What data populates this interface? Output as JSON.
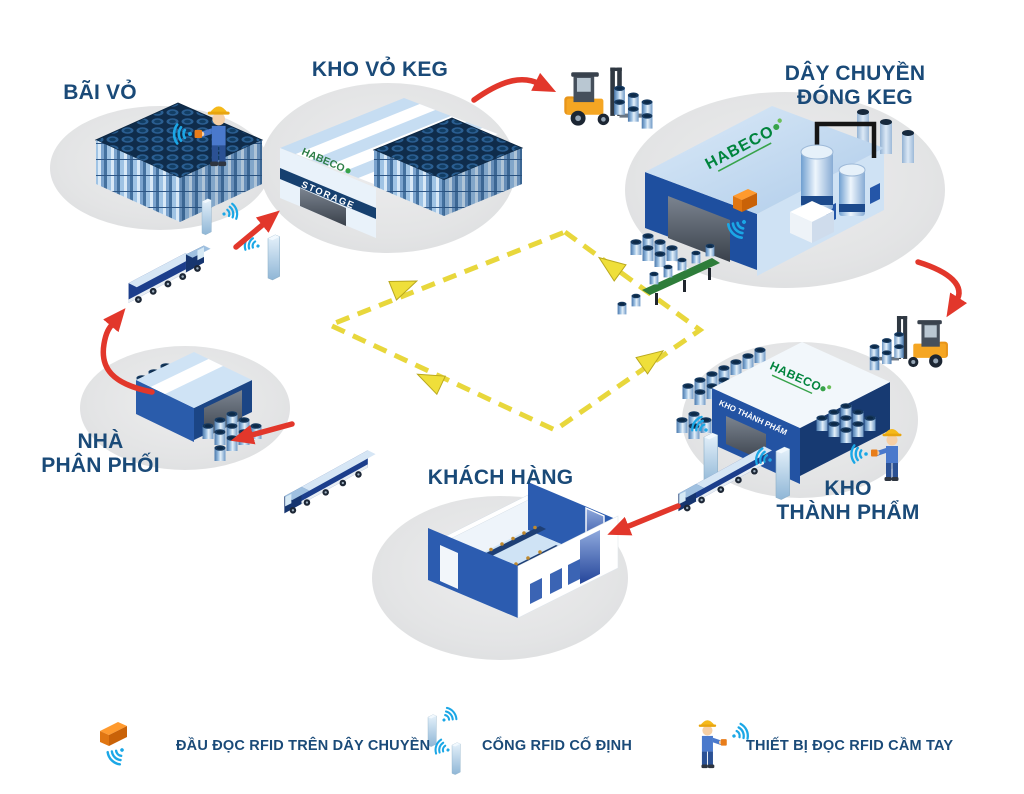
{
  "diagram": {
    "nodes": {
      "bai_vo": {
        "label": "BÃI VỎ"
      },
      "kho_vo_keg": {
        "label": "KHO VỎ KEG"
      },
      "day_chuyen_dong_keg": {
        "line1": "DÂY CHUYỀN",
        "line2": "ĐÓNG KEG"
      },
      "kho_thanh_pham": {
        "line1": "KHO",
        "line2": "THÀNH PHẨM"
      },
      "khach_hang": {
        "label": "KHÁCH HÀNG"
      },
      "nha_phan_phoi": {
        "line1": "NHÀ",
        "line2": "PHÂN PHỐI"
      }
    },
    "signs": {
      "habeco": "HABECO",
      "storage": "STORAGE",
      "kho_thanh_pham": "KHO THÀNH PHẨM"
    },
    "legend": {
      "conveyor_reader": {
        "icon": "conveyor-rfid-reader-icon",
        "label": "ĐẦU ĐỌC RFID TRÊN DÂY CHUYỀN"
      },
      "fixed_gate": {
        "icon": "fixed-rfid-gate-icon",
        "label": "CỔNG RFID CỐ ĐỊNH"
      },
      "handheld_reader": {
        "icon": "handheld-rfid-reader-icon",
        "label": "THIẾT BỊ ĐỌC RFID CẦM TAY"
      }
    },
    "colors": {
      "label_navy": "#1a4a78",
      "arrow_red": "#e2372b",
      "cycle_yellow": "#ecdc3c",
      "wifi_blue": "#1ba7e6",
      "habeco_green": "#00843d",
      "keg_navy": "#16395f",
      "building_blue": "#2a5cab",
      "platform_gray": "#e4e5e6"
    }
  }
}
